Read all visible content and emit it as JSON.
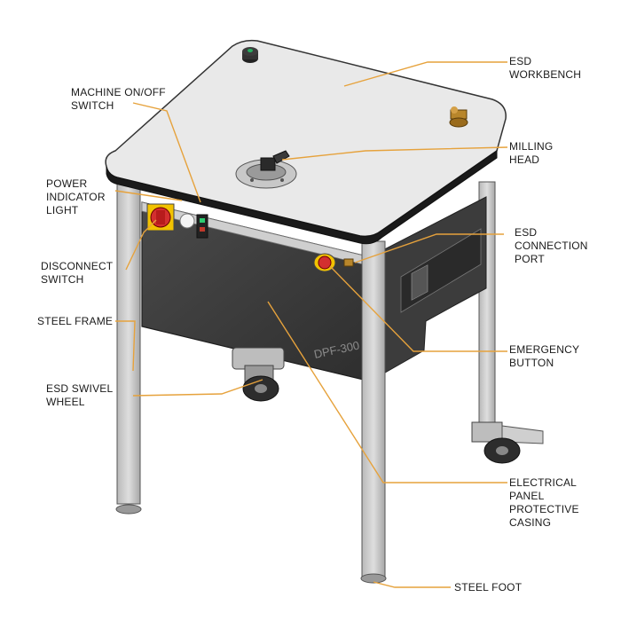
{
  "diagram": {
    "model_text": "DPF-300",
    "leader_color": "#e6a23c",
    "labels": [
      {
        "id": "esd-workbench",
        "lines": [
          "ESD",
          "WORKBENCH"
        ]
      },
      {
        "id": "machine-switch",
        "lines": [
          "MACHINE ON/OFF",
          "SWITCH"
        ]
      },
      {
        "id": "milling-head",
        "lines": [
          "MILLING",
          "HEAD"
        ]
      },
      {
        "id": "power-indicator",
        "lines": [
          "POWER",
          "INDICATOR",
          "LIGHT"
        ]
      },
      {
        "id": "esd-connection-port",
        "lines": [
          "ESD",
          "CONNECTION",
          "PORT"
        ]
      },
      {
        "id": "disconnect-switch",
        "lines": [
          "DISCONNECT",
          "SWITCH"
        ]
      },
      {
        "id": "steel-frame",
        "lines": [
          "STEEL FRAME"
        ]
      },
      {
        "id": "emergency-button",
        "lines": [
          "EMERGENCY",
          "BUTTON"
        ]
      },
      {
        "id": "esd-swivel-wheel",
        "lines": [
          "ESD SWIVEL",
          "WHEEL"
        ]
      },
      {
        "id": "electrical-panel",
        "lines": [
          "ELECTRICAL",
          "PANEL",
          "PROTECTIVE",
          "CASING"
        ]
      },
      {
        "id": "steel-foot",
        "lines": [
          "STEEL FOOT"
        ]
      }
    ]
  }
}
